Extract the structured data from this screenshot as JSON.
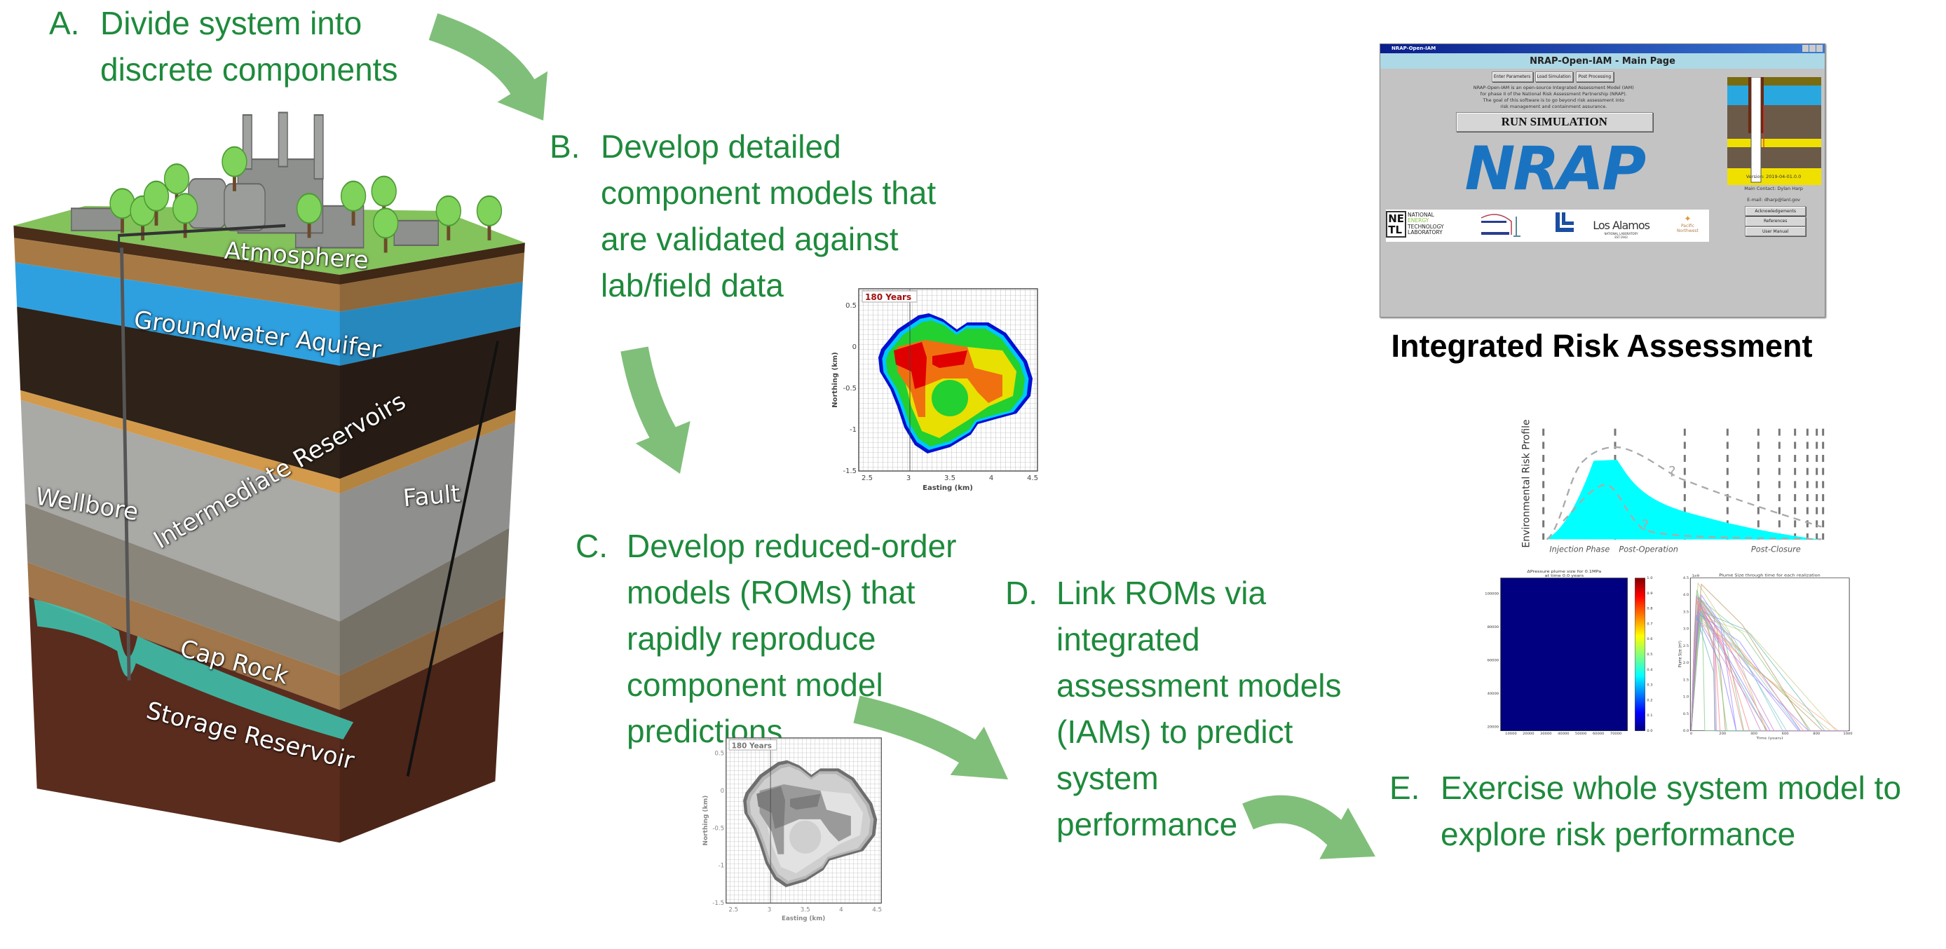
{
  "steps": [
    {
      "letter": "A.",
      "lines": [
        "Divide system into",
        "discrete components"
      ]
    },
    {
      "letter": "B.",
      "lines": [
        "Develop detailed",
        "component models that",
        "are validated against",
        "lab/field data"
      ]
    },
    {
      "letter": "C.",
      "lines": [
        "Develop reduced-order",
        "models (ROMs) that",
        "rapidly reproduce",
        "component model",
        "predictions"
      ]
    },
    {
      "letter": "D.",
      "lines": [
        "Link ROMs via",
        "integrated",
        "assessment models",
        "(IAMs) to predict",
        "system",
        "performance"
      ]
    },
    {
      "letter": "E.",
      "lines": [
        "Exercise whole system model to",
        "explore risk performance"
      ]
    }
  ],
  "geology": {
    "labels": {
      "atmosphere": "Atmosphere",
      "aquifer": "Groundwater Aquifer",
      "intermediate": "Intermediate Reservoirs",
      "wellbore": "Wellbore",
      "fault": "Fault",
      "cap_rock": "Cap Rock",
      "storage": "Storage Reservoir"
    }
  },
  "plume_plot": {
    "time_label": "180 Years",
    "x_ticks": [
      "2.5",
      "3",
      "3.5",
      "4",
      "4.5"
    ],
    "y_ticks": [
      "0.5",
      "0",
      "-0.5",
      "-1",
      "-1.5"
    ],
    "xlabel": "Easting (km)",
    "ylabel": "Northing (km)"
  },
  "nrap_app": {
    "window_title": "NRAP-Open-IAM",
    "header": "NRAP-Open-IAM - Main Page",
    "buttons": [
      "Enter Parameters",
      "Load Simulation",
      "Post Processing"
    ],
    "description": [
      "NRAP-Open-IAM is an open-source Integrated Assessment Model (IAM)",
      "for phase II of the National Risk Assessment Partnership (NRAP).",
      "The goal of this software is to go beyond risk assessment into",
      "risk management and containment assurance."
    ],
    "run_button": "RUN SIMULATION",
    "logo": "NRAP",
    "partner_logos": {
      "netl_mark": [
        "NE",
        "TL"
      ],
      "netl_text": [
        "NATIONAL",
        "ENERGY",
        "TECHNOLOGY",
        "LABORATORY"
      ],
      "los_alamos": "Los Alamos",
      "los_alamos_sub": "NATIONAL LABORATORY",
      "los_alamos_est": "EST.1943",
      "pnnl": [
        "Pacific",
        "Northwest"
      ]
    },
    "version": "Version: 2019-04-01.0.0",
    "contact": "Main Contact: Dylan Harp",
    "email": "E-mail: dharp@lanl.gov",
    "side_buttons": [
      "Acknowledgements",
      "References",
      "User Manual"
    ]
  },
  "integrated_title": "Integrated Risk Assessment",
  "risk_profile": {
    "ylabel": "Environmental Risk Profile",
    "phases": [
      "Injection Phase",
      "Post-Operation",
      "Post-Closure"
    ],
    "uncertainty_mark": "?",
    "fill_color": "#00ffff"
  },
  "bottom_plots": {
    "left": {
      "title": [
        "ΔPressure plume size for 0.1MPa",
        "at time 0.0 years"
      ],
      "y_ticks": [
        "100000",
        "80000",
        "60000",
        "40000",
        "20000"
      ],
      "x_ticks": [
        "10000",
        "20000",
        "30000",
        "40000",
        "50000",
        "60000",
        "70000"
      ],
      "colorbar_ticks": [
        "1.0",
        "0.9",
        "0.8",
        "0.7",
        "0.6",
        "0.5",
        "0.4",
        "0.3",
        "0.2",
        "0.1",
        "0.0"
      ],
      "fill_color": "#000080"
    },
    "right": {
      "title": "Plume Size through time for each realization",
      "scale": "1e9",
      "y_ticks": [
        "4.5",
        "4.0",
        "3.5",
        "3.0",
        "2.5",
        "2.0",
        "1.5",
        "1.0",
        "0.5",
        "0.0"
      ],
      "x_ticks": [
        "0",
        "200",
        "400",
        "600",
        "800",
        "1000"
      ],
      "xlabel": "Time (years)",
      "ylabel": "Plume Size (m²)"
    }
  },
  "colors": {
    "step_text": "#1e8a3c",
    "arrow": "#80bf7a",
    "nrap_blue": "#1a73c1"
  }
}
